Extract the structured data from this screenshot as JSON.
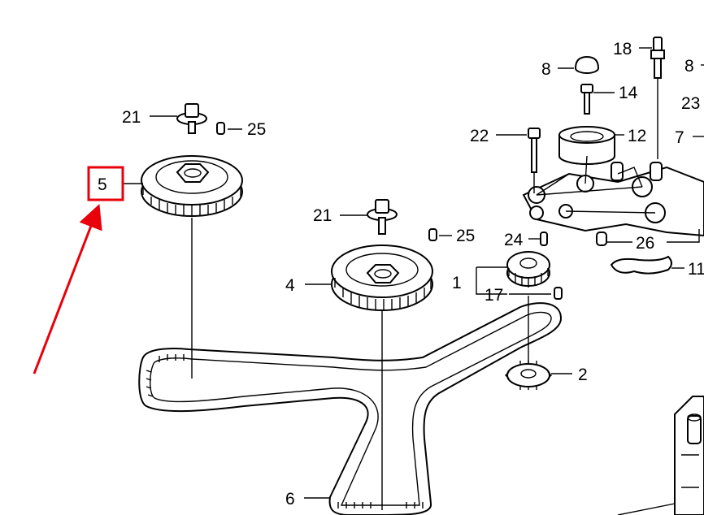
{
  "highlight": {
    "color": "#e8000b",
    "callout_label": "5"
  },
  "labels": {
    "l5": "5",
    "l21a": "21",
    "l25a": "25",
    "l21b": "21",
    "l25b": "25",
    "l4": "4",
    "l6": "6",
    "l1": "1",
    "l17": "17",
    "l2": "2",
    "l24": "24",
    "l26": "26",
    "l11": "11",
    "l22": "22",
    "l12": "12",
    "l8a": "8",
    "l14": "14",
    "l18": "18",
    "l8b": "8",
    "l23": "23",
    "l7": "7"
  },
  "parts": {
    "pulley_top": "camshaft-pulley-5-icon",
    "pulley_mid": "camshaft-pulley-4-icon",
    "belt": "timing-belt-6-icon",
    "drive_pulley": "crankshaft-pulley-2-icon",
    "gear_1": "gear-1-icon",
    "tensioner": "tensioner-assembly-icon"
  }
}
